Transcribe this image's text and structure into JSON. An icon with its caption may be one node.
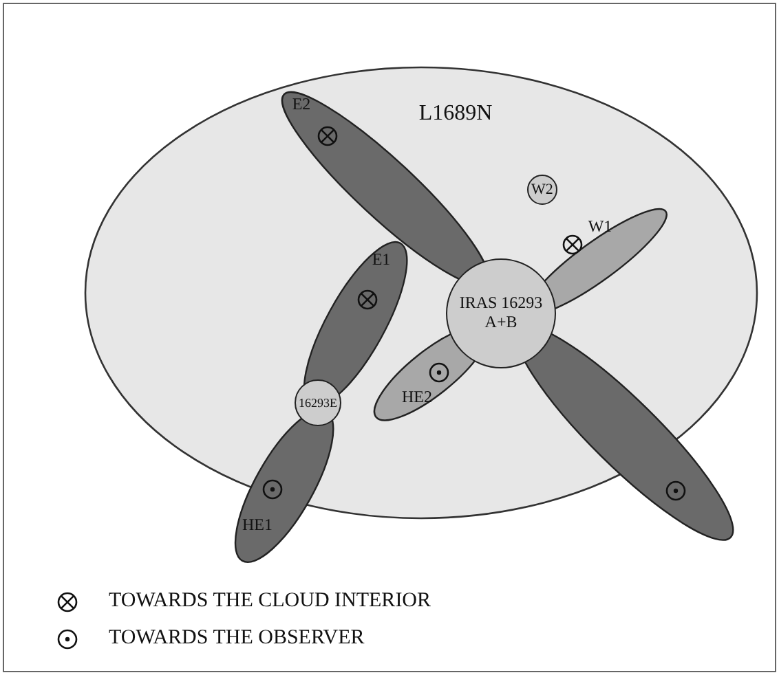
{
  "diagram": {
    "nodes": [
      {
        "text": [
          "L1689N"
        ]
      },
      {
        "text": [
          "E2"
        ],
        "in": 0
      },
      {
        "text": [
          "W2"
        ],
        "in": 0
      },
      {
        "text": [
          "W1"
        ],
        "in": 0
      },
      {
        "text": [
          "E1"
        ],
        "in": 0
      },
      {
        "text": [
          "IRAS 16293 A+B"
        ],
        "in": 0
      },
      {
        "text": [
          "HE2"
        ],
        "in": 0
      },
      {
        "text": [
          "16293E"
        ],
        "in": 0
      },
      {
        "text": [
          "HE1"
        ]
      },
      {
        "text": [],
        "shape": "ellipse"
      }
    ],
    "legend": [
      {
        "text": "TOWARDS THE CLOUD INTERIOR"
      },
      {
        "text": "TOWARDS THE OBSERVER"
      }
    ]
  }
}
